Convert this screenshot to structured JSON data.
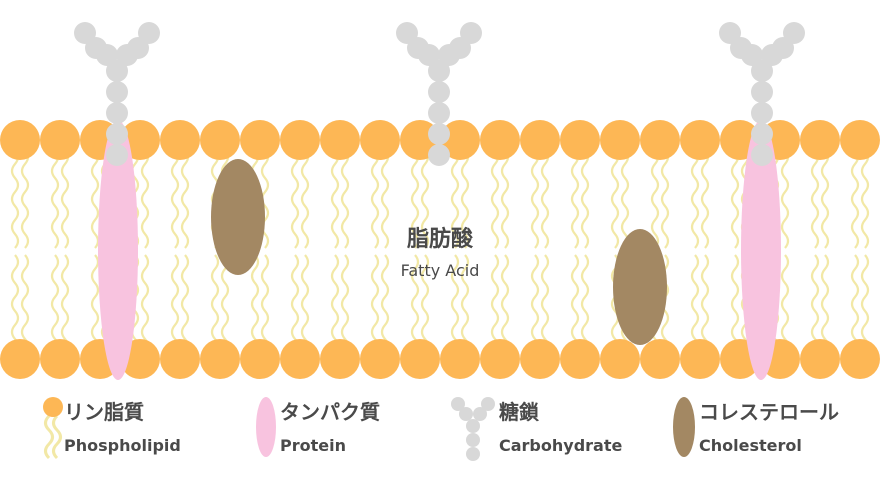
{
  "center": {
    "title": "脂肪酸",
    "subtitle": "Fatty Acid"
  },
  "legend": {
    "phospholipid": {
      "jp": "リン脂質",
      "en": "Phospholipid",
      "icon": "phospholipid-icon"
    },
    "protein": {
      "jp": "タンパク質",
      "en": "Protein",
      "icon": "protein-icon"
    },
    "carbohydrate": {
      "jp": "糖鎖",
      "en": "Carbohydrate",
      "icon": "carbohydrate-icon"
    },
    "cholesterol": {
      "jp": "コレステロール",
      "en": "Cholesterol",
      "icon": "cholesterol-icon"
    }
  },
  "colors": {
    "head": "#FDB755",
    "tail": "#F2E8A6",
    "protein": "#F8C3DF",
    "cholesterol": "#A38863",
    "sugar": "#D8D8D8",
    "text": "#4A4A4A"
  }
}
